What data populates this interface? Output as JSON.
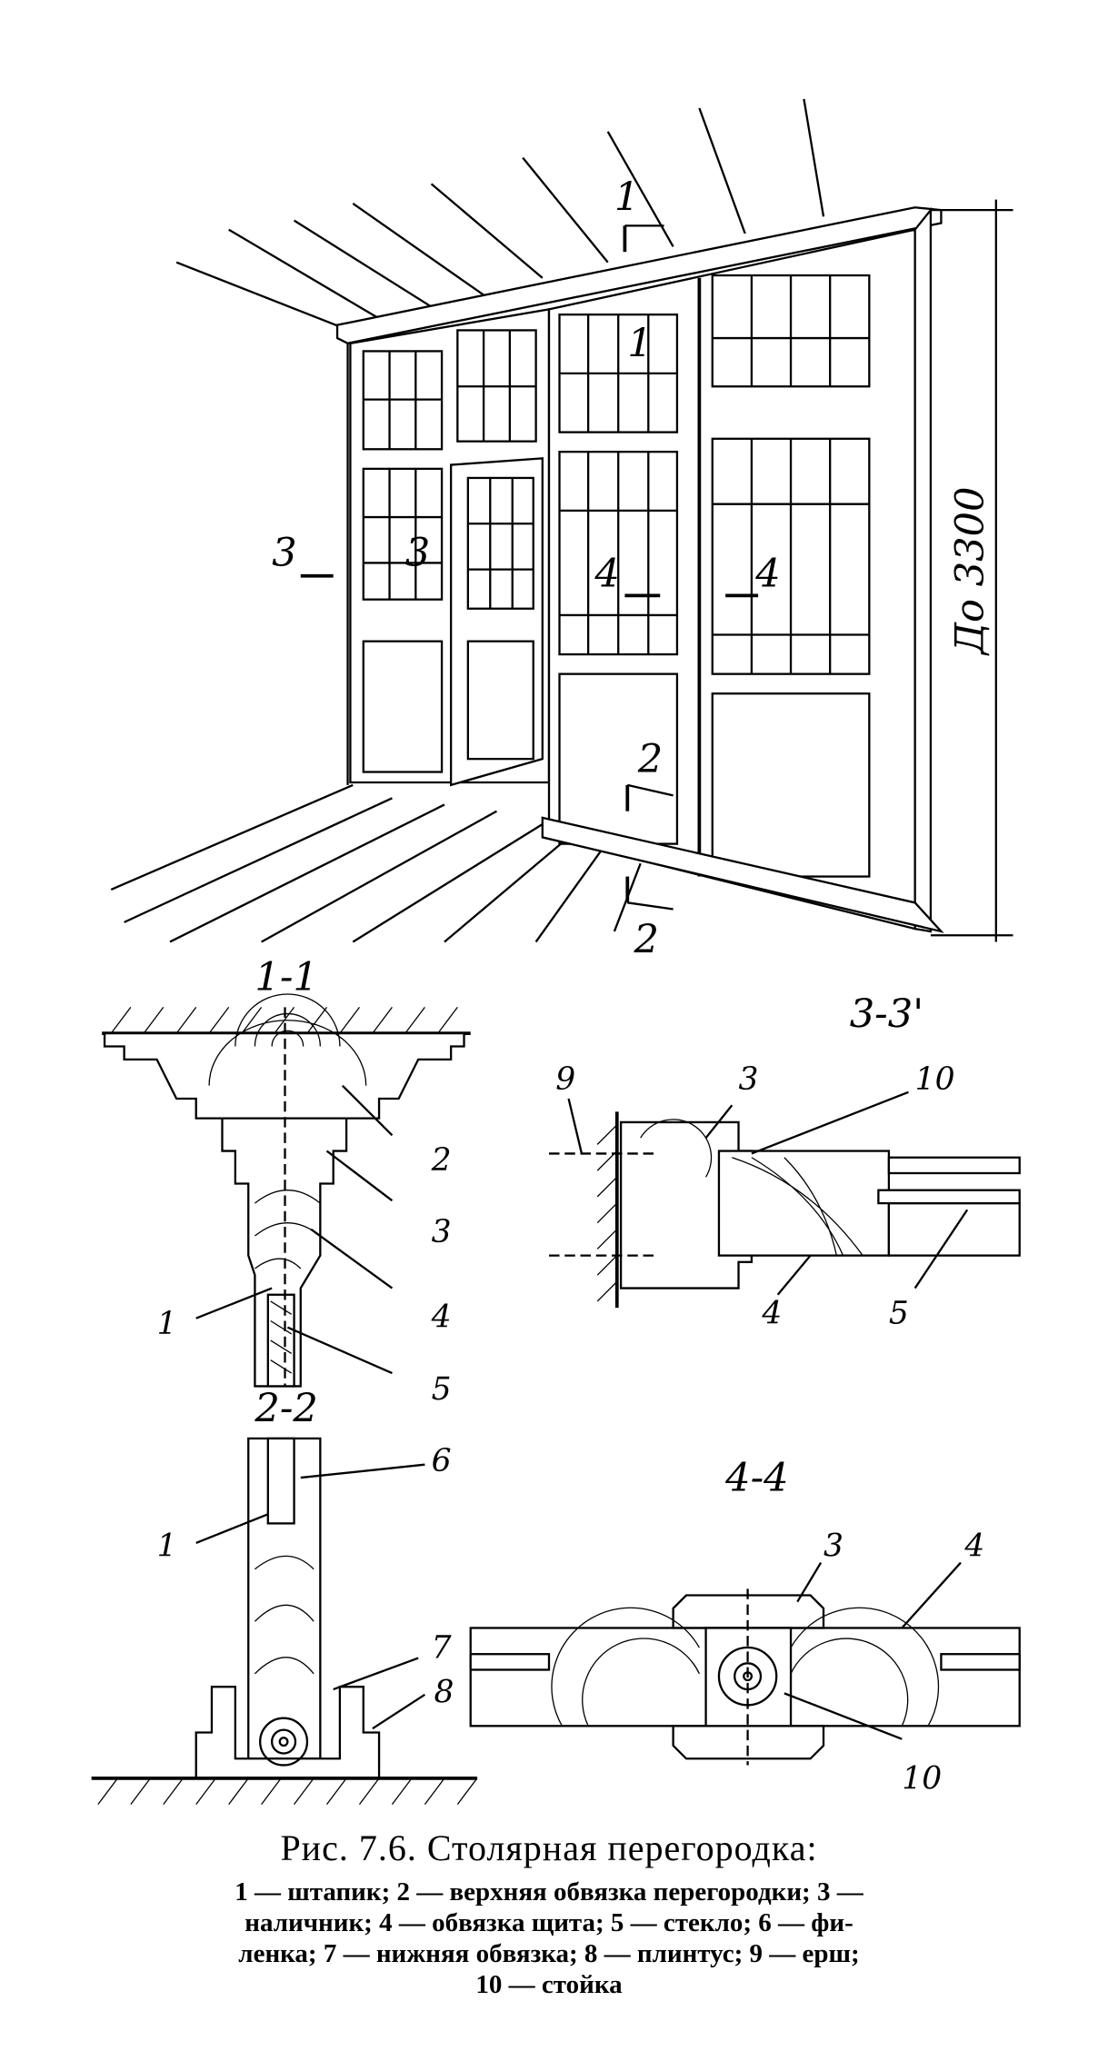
{
  "figure": {
    "labels": {
      "cut_1": "1",
      "cut_2": "2",
      "cut_3": "3",
      "cut_4": "4",
      "dimension": "До 3300",
      "sec_1_1": "1-1",
      "sec_2_2": "2-2",
      "sec_3_3": "3-3'",
      "sec_4_4": "4-4",
      "n1": "1",
      "n2": "2",
      "n3": "3",
      "n4": "4",
      "n5": "5",
      "n6": "6",
      "n7": "7",
      "n8": "8",
      "n9": "9",
      "n10": "10"
    }
  },
  "caption": {
    "title": "Рис. 7.6. Столярная перегородка:",
    "lines": [
      "1 — штапик; 2 — верхняя обвязка перегородки; 3 —",
      "наличник; 4 — обвязка щита; 5 — стекло; 6 — фи-",
      "ленка; 7 — нижняя обвязка; 8 — плинтус; 9 — ерш;",
      "10 — стойка"
    ]
  }
}
